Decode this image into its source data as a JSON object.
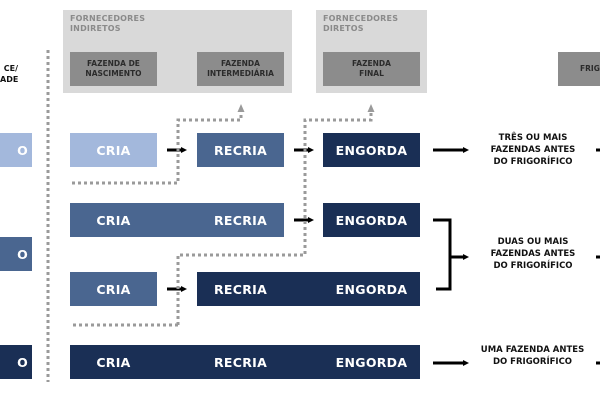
{
  "left_column": {
    "header_label": "CE/\nADE",
    "stage_fragments": [
      "O",
      "O",
      "O"
    ]
  },
  "groups": {
    "indirect": {
      "title": "FORNECEDORES\nINDIRETOS",
      "boxes": [
        "FAZENDA DE\nNASCIMENTO",
        "FAZENDA\nINTERMEDIÁRIA"
      ]
    },
    "direct": {
      "title": "FORNECEDORES\nDIRETOS",
      "boxes": [
        "FAZENDA\nFINAL"
      ]
    },
    "slaughterhouse": {
      "label": "FRIG"
    }
  },
  "rows": [
    {
      "stages": [
        "CRIA",
        "RECRIA",
        "ENGORDA"
      ]
    },
    {
      "stages": [
        "CRIA",
        "RECRIA",
        "ENGORDA"
      ]
    },
    {
      "stages": [
        "CRIA",
        "RECRIA",
        "ENGORDA"
      ]
    },
    {
      "stages": [
        "CRIA",
        "RECRIA",
        "ENGORDA"
      ]
    }
  ],
  "outcomes": {
    "three_or_more": "TRÊS OU MAIS\nFAZENDAS ANTES\nDO FRIGORÍFICO",
    "two_or_more": "DUAS OU MAIS\nFAZENDAS ANTES\nDO FRIGORÍFICO",
    "one": "UMA FAZENDA ANTES\nDO FRIGORÍFICO"
  },
  "colors": {
    "stage_light": "#a3b8dc",
    "stage_mid": "#4a6690",
    "stage_dark": "#1a2f55",
    "group_bg": "#d9d9d9",
    "group_box": "#8c8c8c",
    "dotted": "#9a9a9a"
  }
}
